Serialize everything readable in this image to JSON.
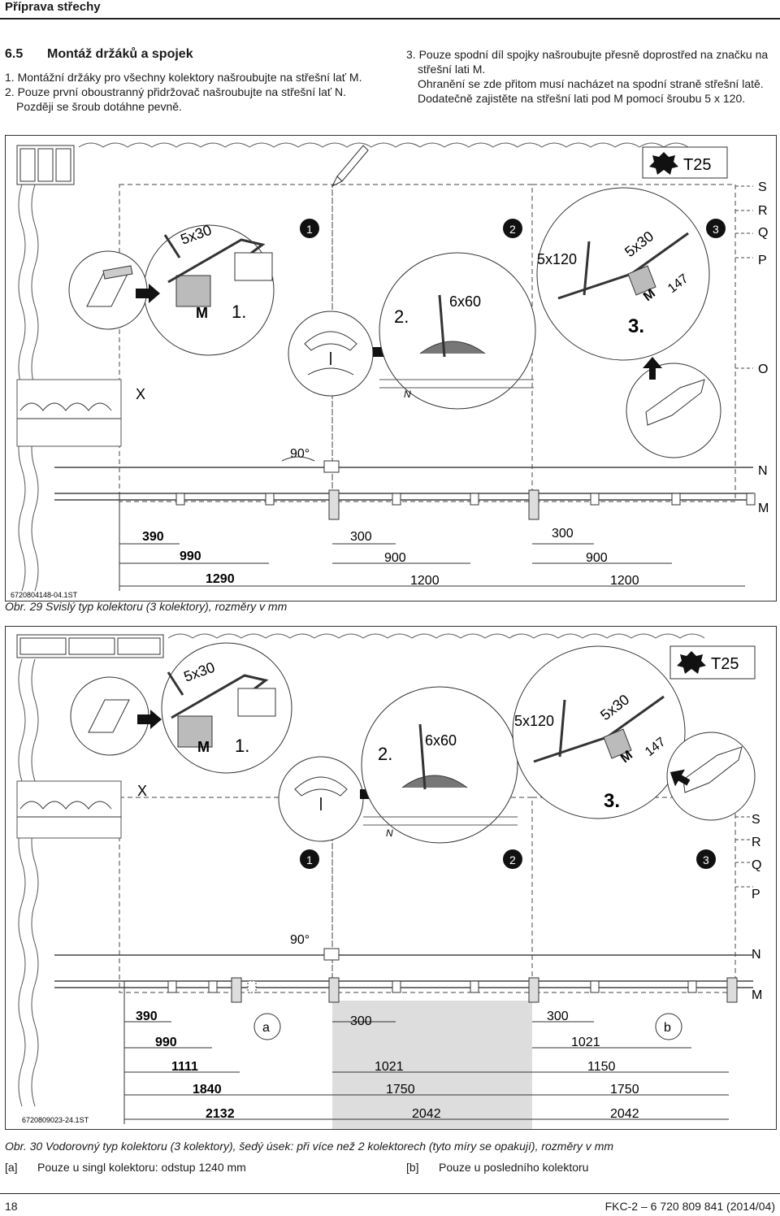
{
  "header": {
    "title": "Příprava střechy"
  },
  "section": {
    "number": "6.5",
    "title": "Montáž držáků a spojek"
  },
  "steps_left": [
    "1. Montážní držáky pro všechny kolektory našroubujte na střešní lať M.",
    "2. Pouze první oboustranný přidržovač našroubujte na střešní lať N.",
    "Později se šroub dotáhne pevně."
  ],
  "steps_right": [
    "3. Pouze spodní díl spojky našroubujte přesně doprostřed na značku na",
    "střešní lati M.",
    "Ohranění se zde přitom musí nacházet na spodní straně střešní latě.",
    "Dodatečně zajistěte na střešní lati pod M pomocí šroubu 5 x 120."
  ],
  "fig1": {
    "code": "6720804148-04.1ST",
    "caption": "Obr. 29  Svislý typ kolektoru (3 kolektory), rozměry v mm",
    "torx": "T25",
    "screw_5x30": "5x30",
    "screw_6x60": "6x60",
    "screw_5x120": "5x120",
    "dim_147": "147",
    "step1": "1.",
    "step2": "2.",
    "step3": "3.",
    "lath_M": "M",
    "badge1": "1",
    "badge2": "2",
    "badge3": "3",
    "letters": [
      "S",
      "R",
      "Q",
      "P",
      "O",
      "N",
      "M"
    ],
    "x": "X",
    "angle": "90°",
    "n_label": "N",
    "dims": [
      "390",
      "990",
      "1290",
      "300",
      "900",
      "1200",
      "300",
      "900",
      "1200"
    ]
  },
  "fig2": {
    "code": "6720809023-24.1ST",
    "caption": "Obr. 30  Vodorovný typ kolektoru (3 kolektory), šedý úsek: při více než 2 kolektorech (tyto míry se opakují), rozměry v mm",
    "torx": "T25",
    "screw_5x30": "5x30",
    "screw_6x60": "6x60",
    "screw_5x120": "5x120",
    "dim_147": "147",
    "step1": "1.",
    "step2": "2.",
    "step3": "3.",
    "lath_M": "M",
    "badge1": "1",
    "badge2": "2",
    "badge3": "3",
    "letters": [
      "S",
      "R",
      "Q",
      "P",
      "N",
      "M"
    ],
    "x": "X",
    "angle": "90°",
    "n_label": "N",
    "a": "a",
    "b": "b",
    "dims": [
      "390",
      "990",
      "1111",
      "1840",
      "2132",
      "300",
      "1021",
      "1750",
      "2042",
      "300",
      "1021",
      "1150",
      "1750",
      "2042"
    ]
  },
  "notes": [
    {
      "key": "[a]",
      "text": "Pouze u singl kolektoru: odstup 1240 mm"
    },
    {
      "key": "[b]",
      "text": "Pouze u posledního kolektoru"
    }
  ],
  "footer": {
    "page": "18",
    "doc": "FKC-2 – 6 720 809 841 (2014/04)"
  }
}
